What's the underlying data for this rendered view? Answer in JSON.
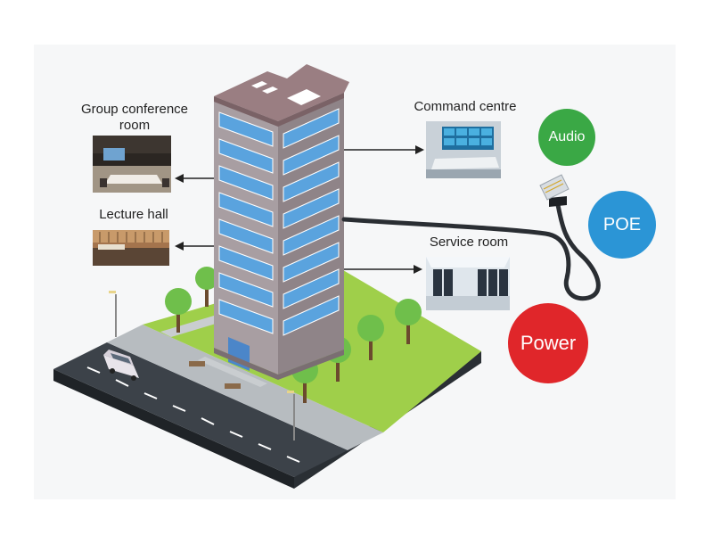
{
  "rooms": {
    "group_conference": "Group conference room",
    "lecture_hall": "Lecture hall",
    "command_centre": "Command centre",
    "service_room": "Service room"
  },
  "badges": {
    "audio": {
      "label": "Audio",
      "color": "#3aa845"
    },
    "poe": {
      "label": "POE",
      "color": "#2b95d6"
    },
    "power": {
      "label": "Power",
      "color": "#e0262a"
    }
  },
  "colors": {
    "grass": "#9fcf4a",
    "road": "#3c4249",
    "facade": "#8f8488",
    "roof": "#9a7e82",
    "window": "#5aa3de",
    "cable": "#2a2e33"
  }
}
